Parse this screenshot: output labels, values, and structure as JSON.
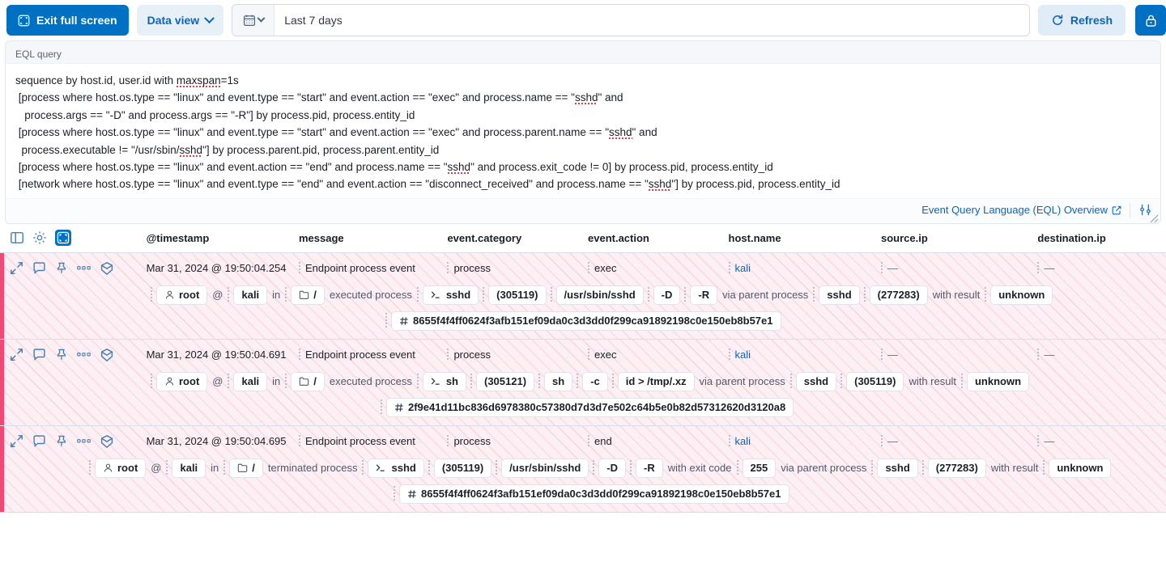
{
  "topbar": {
    "exit_fullscreen_label": "Exit full screen",
    "data_view_label": "Data view",
    "date_value": "Last 7 days",
    "refresh_label": "Refresh",
    "lock_icon": "lock-icon",
    "calendar_icon": "calendar-icon"
  },
  "query_panel": {
    "label": "EQL query",
    "lines": [
      "sequence by host.id, user.id with maxspan=1s",
      " [process where host.os.type == \"linux\" and event.type == \"start\" and event.action == \"exec\" and process.name == \"sshd\" and",
      "   process.args == \"-D\" and process.args == \"-R\"] by process.pid, process.entity_id",
      " [process where host.os.type == \"linux\" and event.type == \"start\" and event.action == \"exec\" and process.parent.name == \"sshd\" and",
      "  process.executable != \"/usr/sbin/sshd\"] by process.parent.pid, process.parent.entity_id",
      " [process where host.os.type == \"linux\" and event.action == \"end\" and process.name == \"sshd\" and process.exit_code != 0] by process.pid, process.entity_id",
      " [network where host.os.type == \"linux\" and event.type == \"end\" and event.action == \"disconnect_received\" and process.name == \"sshd\"] by process.pid, process.entity_id"
    ],
    "footer_link": "Event Query Language (EQL) Overview",
    "settings_icon": "sliders-icon",
    "external_link_icon": "external-link-icon"
  },
  "table": {
    "header_icons": [
      {
        "name": "columns-icon",
        "active": false
      },
      {
        "name": "gear-icon",
        "active": false
      },
      {
        "name": "fullscreen-icon",
        "active": true
      }
    ],
    "columns": [
      "@timestamp",
      "message",
      "event.category",
      "event.action",
      "host.name",
      "source.ip",
      "destination.ip"
    ],
    "row_icons": [
      "expand-icon",
      "comment-icon",
      "pin-icon",
      "more-actions-icon",
      "analyzer-icon"
    ],
    "rows": [
      {
        "timestamp": "Mar 31, 2024 @ 19:50:04.254",
        "message": "Endpoint process event",
        "event_category": "process",
        "event_action": "exec",
        "host_name": "kali",
        "source_ip": "—",
        "destination_ip": "—",
        "ribbon": [
          {
            "type": "chip",
            "icon": "user-icon",
            "text": "root"
          },
          {
            "type": "text",
            "text": "@"
          },
          {
            "type": "chip",
            "text": "kali"
          },
          {
            "type": "text",
            "text": "in"
          },
          {
            "type": "chip",
            "icon": "folder-icon",
            "text": "/"
          },
          {
            "type": "text",
            "text": "executed process"
          },
          {
            "type": "chip",
            "icon": "console-icon",
            "text": "sshd"
          },
          {
            "type": "chip",
            "text": "(305119)"
          },
          {
            "type": "chip",
            "text": "/usr/sbin/sshd"
          },
          {
            "type": "chip",
            "text": "-D"
          },
          {
            "type": "chip",
            "text": "-R"
          },
          {
            "type": "text",
            "text": "via parent process"
          },
          {
            "type": "chip",
            "text": "sshd"
          },
          {
            "type": "chip",
            "text": "(277283)"
          },
          {
            "type": "text",
            "text": "with result"
          },
          {
            "type": "chip",
            "text": "unknown"
          }
        ],
        "hash": "8655f4f4ff0624f3afb151ef09da0c3d3dd0f299ca91892198c0e150eb8b57e1"
      },
      {
        "timestamp": "Mar 31, 2024 @ 19:50:04.691",
        "message": "Endpoint process event",
        "event_category": "process",
        "event_action": "exec",
        "host_name": "kali",
        "source_ip": "—",
        "destination_ip": "—",
        "ribbon": [
          {
            "type": "chip",
            "icon": "user-icon",
            "text": "root"
          },
          {
            "type": "text",
            "text": "@"
          },
          {
            "type": "chip",
            "text": "kali"
          },
          {
            "type": "text",
            "text": "in"
          },
          {
            "type": "chip",
            "icon": "folder-icon",
            "text": "/"
          },
          {
            "type": "text",
            "text": "executed process"
          },
          {
            "type": "chip",
            "icon": "console-icon",
            "text": "sh"
          },
          {
            "type": "chip",
            "text": "(305121)"
          },
          {
            "type": "chip",
            "text": "sh"
          },
          {
            "type": "chip",
            "text": "-c"
          },
          {
            "type": "chip",
            "text": "id > /tmp/.xz"
          },
          {
            "type": "text",
            "text": "via parent process"
          },
          {
            "type": "chip",
            "text": "sshd"
          },
          {
            "type": "chip",
            "text": "(305119)"
          },
          {
            "type": "text",
            "text": "with result"
          },
          {
            "type": "chip",
            "text": "unknown"
          }
        ],
        "hash": "2f9e41d11bc836d6978380c57380d7d3d7e502c64b5e0b82d57312620d3120a8"
      },
      {
        "timestamp": "Mar 31, 2024 @ 19:50:04.695",
        "message": "Endpoint process event",
        "event_category": "process",
        "event_action": "end",
        "host_name": "kali",
        "source_ip": "—",
        "destination_ip": "—",
        "ribbon": [
          {
            "type": "chip",
            "icon": "user-icon",
            "text": "root"
          },
          {
            "type": "text",
            "text": "@"
          },
          {
            "type": "chip",
            "text": "kali"
          },
          {
            "type": "text",
            "text": "in"
          },
          {
            "type": "chip",
            "icon": "folder-icon",
            "text": "/"
          },
          {
            "type": "text",
            "text": "terminated process"
          },
          {
            "type": "chip",
            "icon": "console-icon",
            "text": "sshd"
          },
          {
            "type": "chip",
            "text": "(305119)"
          },
          {
            "type": "chip",
            "text": "/usr/sbin/sshd"
          },
          {
            "type": "chip",
            "text": "-D"
          },
          {
            "type": "chip",
            "text": "-R"
          },
          {
            "type": "text",
            "text": "with exit code"
          },
          {
            "type": "chip",
            "text": "255"
          },
          {
            "type": "text",
            "text": "via parent process"
          },
          {
            "type": "chip",
            "text": "sshd"
          },
          {
            "type": "chip",
            "text": "(277283)"
          },
          {
            "type": "text",
            "text": "with result"
          },
          {
            "type": "chip",
            "text": "unknown"
          }
        ],
        "hash": "8655f4f4ff0624f3afb151ef09da0c3d3dd0f299ca91892198c0e150eb8b57e1"
      }
    ]
  },
  "colors": {
    "primary": "#0071c2",
    "link": "#0b64bd",
    "alert_border": "#ec4b78",
    "alert_bg": "#fdf0f4"
  }
}
